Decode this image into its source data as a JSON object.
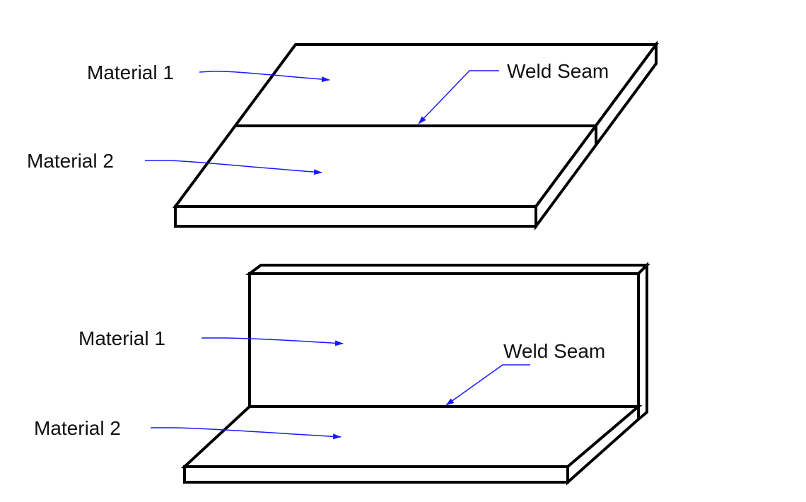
{
  "colors": {
    "outline": "#000000",
    "arrow": "#1a1aff",
    "text": "#111111",
    "background": "#ffffff"
  },
  "butt_joint": {
    "material1_label": "Material 1",
    "material2_label": "Material 2",
    "weld_seam_label": "Weld Seam"
  },
  "fillet_joint": {
    "material1_label": "Material 1",
    "material2_label": "Material 2",
    "weld_seam_label": "Weld Seam"
  }
}
